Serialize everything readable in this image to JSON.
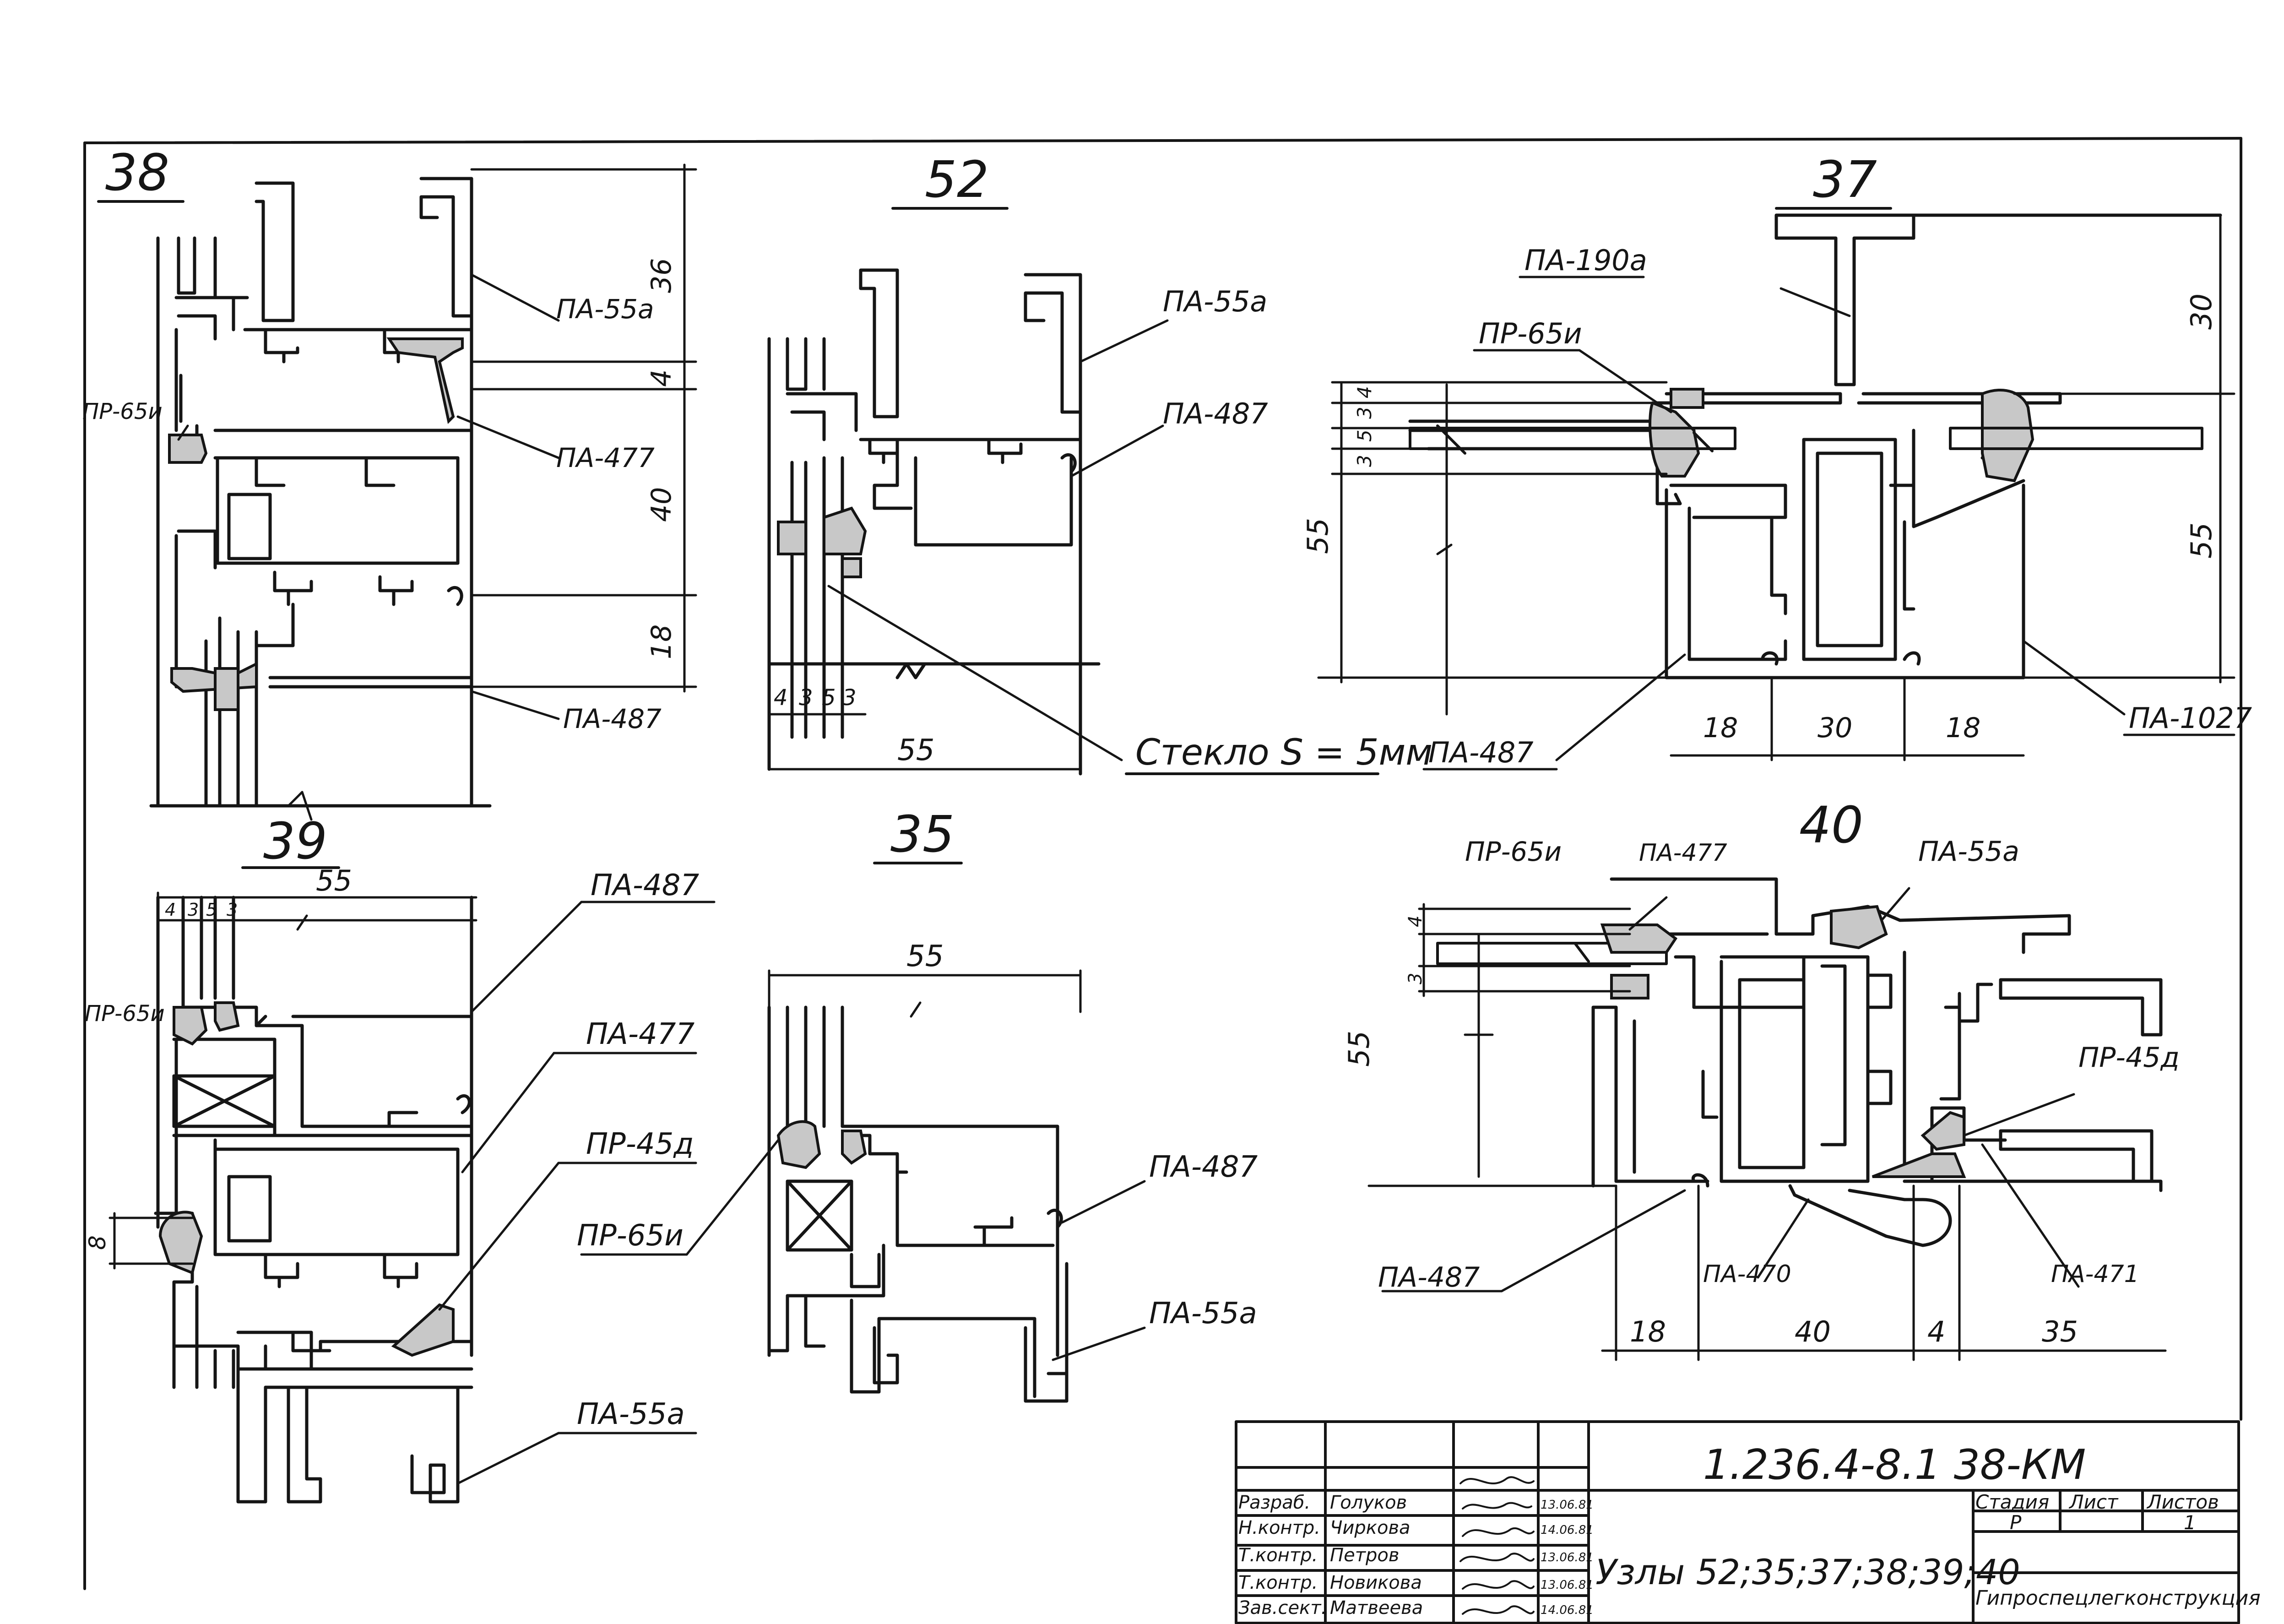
{
  "details": {
    "d38": {
      "title": "38",
      "labels": [
        "ПА-55а",
        "ПА-477",
        "ПР-65и",
        "ПА-487"
      ],
      "dims": [
        "36",
        "4",
        "40",
        "18"
      ]
    },
    "d52": {
      "title": "52",
      "labels": [
        "ПА-55а",
        "ПА-487"
      ],
      "dims": [
        "4",
        "3",
        "5",
        "3",
        "55"
      ]
    },
    "d37": {
      "title": "37",
      "labels": [
        "ПА-190а",
        "ПР-65и",
        "ПА-487",
        "ПА-1027"
      ],
      "dims": [
        "4",
        "3",
        "5",
        "3",
        "55",
        "30",
        "55",
        "18",
        "30",
        "18"
      ]
    },
    "d39": {
      "title": "39",
      "labels": [
        "ПА-487",
        "ПР-65и",
        "ПА-477",
        "ПР-45д",
        "ПА-55а"
      ],
      "dims": [
        "55",
        "4",
        "3",
        "5",
        "3",
        "8"
      ]
    },
    "d35": {
      "title": "35",
      "labels": [
        "ПР-65и",
        "ПА-487",
        "ПА-55а"
      ],
      "dims": [
        "55"
      ]
    },
    "d40": {
      "title": "40",
      "labels": [
        "ПР-65и",
        "ПА-477",
        "ПА-55а",
        "ПР-45д",
        "ПА-487",
        "ПА-470",
        "ПА-471"
      ],
      "dims": [
        "4",
        "3",
        "55",
        "18",
        "40",
        "4",
        "35"
      ]
    },
    "glass_note": "Стекло S = 5мм"
  },
  "title_block": {
    "code": "1.236.4-8.1   38-КМ",
    "sheet_title": "Узлы 52;35;37;38;39;40",
    "organization": "Гипроспецлегконструкция",
    "stage_header": "Стадия",
    "sheet_header": "Лист",
    "sheets_header": "Листов",
    "stage_value": "Р",
    "sheets_value": "1",
    "staff": [
      {
        "role": "Разраб.",
        "name": "Голуков",
        "date": "13.06.81"
      },
      {
        "role": "Н.контр.",
        "name": "Чиркова",
        "date": "14.06.81"
      },
      {
        "role": "Т.контр.",
        "name": "Петров",
        "date": "13.06.81"
      },
      {
        "role": "Т.контр.",
        "name": "Новикова",
        "date": "13.06.81"
      },
      {
        "role": "Зав.сект.",
        "name": "Матвеева",
        "date": "14.06.81"
      }
    ]
  }
}
